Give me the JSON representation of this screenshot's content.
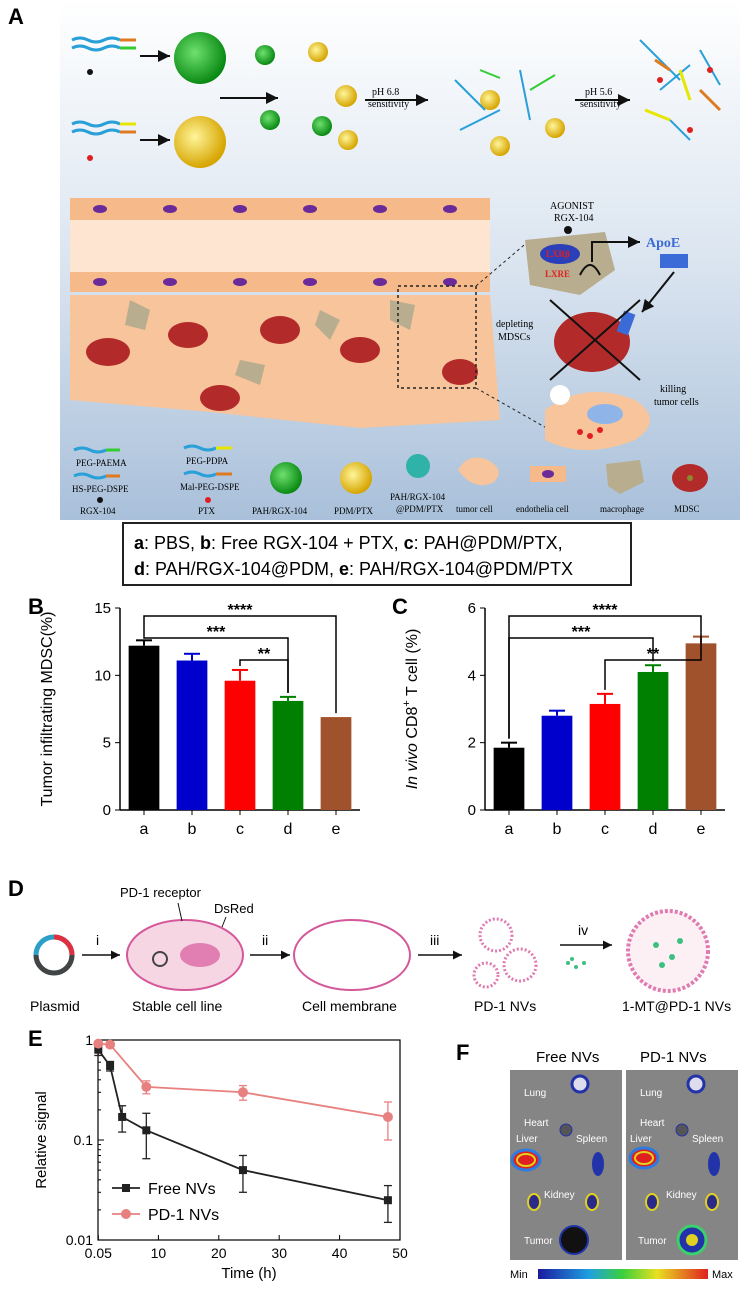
{
  "panels": {
    "A": "A",
    "B": "B",
    "C": "C",
    "D": "D",
    "E": "E",
    "F": "F"
  },
  "panelA": {
    "ph68": "pH 6.8",
    "ph68b": "sensitivity",
    "ph56": "pH 5.6",
    "ph56b": "sensitivity",
    "agonist": "AGONIST",
    "agonist_name": "RGX-104",
    "lxrb": "LXRβ",
    "lxre": "LXRE",
    "apoe": "ApoE",
    "depleting": "depleting",
    "mdscs": "MDSCs",
    "killing": "killing",
    "tumor_cells": "tumor cells",
    "legend": {
      "peg_paema": "PEG-PAEMA",
      "peg_pdpa": "PEG-PDPA",
      "hs_peg": "HS-PEG-DSPE",
      "mal_peg": "Mal-PEG-DSPE",
      "rgx": "RGX-104",
      "ptx": "PTX",
      "pah_rgx": "PAH/RGX-104",
      "pdm_ptx": "PDM/PTX",
      "pah_rgx_pdm_1": "PAH/RGX-104",
      "pah_rgx_pdm_2": "@PDM/PTX",
      "tumor_cell": "tumor cell",
      "endothelia": "endothelia cell",
      "macrophage": "macrophage",
      "mdsc": "MDSC"
    }
  },
  "group_legend": {
    "a_key": "a",
    "a_text": ": PBS, ",
    "b_key": "b",
    "b_text": ": Free RGX-104 + PTX, ",
    "c_key": "c",
    "c_text": ": PAH@PDM/PTX,",
    "d_key": "d",
    "d_text": ": PAH/RGX-104@PDM, ",
    "e_key": "e",
    "e_text": ": PAH/RGX-104@PDM/PTX"
  },
  "chart_data": [
    {
      "panel": "B",
      "type": "bar",
      "categories": [
        "a",
        "b",
        "c",
        "d",
        "e"
      ],
      "values": [
        12.2,
        11.1,
        9.6,
        8.1,
        6.9
      ],
      "errors": [
        0.4,
        0.5,
        0.8,
        0.3,
        0.0
      ],
      "colors": [
        "#000000",
        "#0000cc",
        "#ff0000",
        "#008000",
        "#a0522d"
      ],
      "ylabel": "Tumor infiltrating MDSC(%)",
      "ylim": [
        0,
        15
      ],
      "yticks": [
        "0",
        "5",
        "10",
        "15"
      ],
      "significance": [
        {
          "from": "a",
          "to": "e",
          "label": "****"
        },
        {
          "from": "a",
          "to": "d",
          "label": "***"
        },
        {
          "from": "c",
          "to": "d",
          "label": "**"
        }
      ]
    },
    {
      "panel": "C",
      "type": "bar",
      "categories": [
        "a",
        "b",
        "c",
        "d",
        "e"
      ],
      "values": [
        1.85,
        2.8,
        3.15,
        4.1,
        4.95
      ],
      "errors": [
        0.15,
        0.15,
        0.3,
        0.2,
        0.2
      ],
      "colors": [
        "#000000",
        "#0000cc",
        "#ff0000",
        "#008000",
        "#a0522d"
      ],
      "ylabel_italic": "In vivo",
      "ylabel_rest": " CD8",
      "ylabel_sup": "+",
      "ylabel_end": " T cell (%)",
      "ylim": [
        0,
        6
      ],
      "yticks": [
        "0",
        "2",
        "4",
        "6"
      ],
      "significance": [
        {
          "from": "a",
          "to": "e",
          "label": "****"
        },
        {
          "from": "a",
          "to": "d",
          "label": "***"
        },
        {
          "from": "c",
          "to": "e",
          "label": "**"
        }
      ]
    },
    {
      "panel": "E",
      "type": "line",
      "xlabel": "Time (h)",
      "ylabel": "Relative signal",
      "yscale": "log",
      "xlim": [
        0,
        50
      ],
      "ylim": [
        0.01,
        1
      ],
      "xticks": [
        "0.05",
        "10",
        "20",
        "30",
        "40",
        "50"
      ],
      "yticks": [
        "0.01",
        "0.1",
        "1"
      ],
      "series": [
        {
          "name": "Free NVs",
          "color": "#222222",
          "marker": "square",
          "x": [
            0.05,
            2,
            4,
            8,
            24,
            48
          ],
          "y": [
            0.8,
            0.55,
            0.17,
            0.125,
            0.05,
            0.025
          ],
          "err": [
            0.1,
            0.06,
            0.05,
            0.06,
            0.02,
            0.01
          ]
        },
        {
          "name": "PD-1 NVs",
          "color": "#e88080",
          "marker": "circle",
          "x": [
            0.05,
            2,
            8,
            24,
            48
          ],
          "y": [
            0.92,
            0.9,
            0.34,
            0.3,
            0.17
          ],
          "err": [
            0.05,
            0.05,
            0.05,
            0.05,
            0.07
          ]
        }
      ],
      "legend_position": "bottom-left"
    }
  ],
  "panelD": {
    "pd1_receptor": "PD-1 receptor",
    "dsred": "DsRed",
    "step_i": "i",
    "step_ii": "ii",
    "step_iii": "iii",
    "step_iv": "iv",
    "plasmid": "Plasmid",
    "stable": "Stable cell line",
    "membrane": "Cell membrane",
    "pd1nvs": "PD-1 NVs",
    "mt_pd1nvs": "1-MT@PD-1 NVs"
  },
  "panelF": {
    "free": "Free NVs",
    "pd1": "PD-1 NVs",
    "lung": "Lung",
    "heart": "Heart",
    "liver": "Liver",
    "spleen": "Spleen",
    "kidney": "Kidney",
    "tumor": "Tumor",
    "min": "Min",
    "max": "Max"
  }
}
